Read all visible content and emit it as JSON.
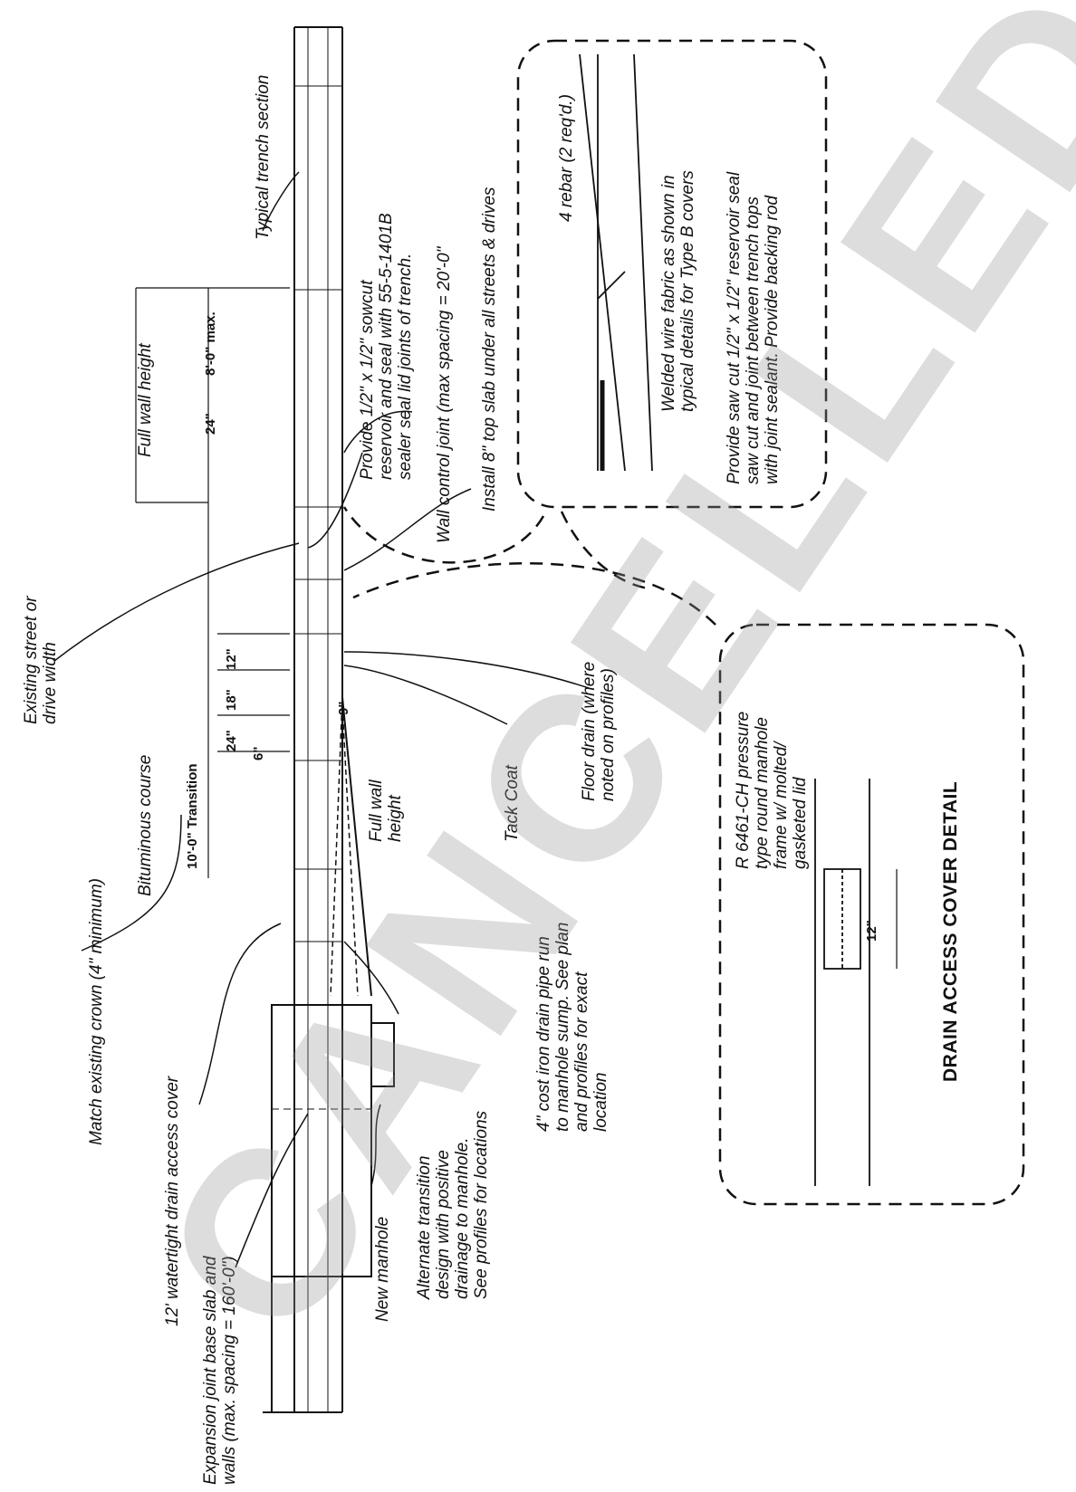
{
  "labels": {
    "existing_street": "Existing street or",
    "existing_street_2": "drive width",
    "match_crown": "Match existing crown (4\" minimum)",
    "watertight_cover": "12' watertight drain access cover",
    "expansion_joint": "Expansion joint base slab and",
    "expansion_joint_2": "walls (max. spacing = 160'-0\")",
    "new_manhole": "New manhole",
    "alternate_1": "Alternate transition",
    "alternate_2": "design with positive",
    "alternate_3": "drainage to manhole.",
    "alternate_4": "See profiles for locations",
    "cast_iron_1": "4\" cost iron drain pipe run",
    "cast_iron_2": "to manhole sump.  See plan",
    "cast_iron_3": "and profiles for exact",
    "cast_iron_4": "location",
    "bituminous": "Bituminous course",
    "full_wall_small_1": "Full wall",
    "full_wall_small_2": "height",
    "tack_coat": "Tack Coat",
    "floor_drain_1": "Floor drain (where",
    "floor_drain_2": "noted on profiles)",
    "full_wall_height": "Full wall height",
    "typical_trench": "Typical trench section",
    "provide_sawcut_1": "Provide 1/2\" x 1/2\" sowcut",
    "provide_sawcut_2": "reservoir and seal with 55-5-1401B",
    "provide_sawcut_3": "sealer seal lid joints of trench.",
    "wall_control": "Wall control joint (max spacing = 20'-0\"",
    "install_top_slab": "Install 8\" top slab under all streets & drives",
    "rebar": "4 rebar (2 req'd.)",
    "welded_1": "Welded wire fabric as shown in",
    "welded_2": "typical details for Type B covers",
    "saw_cut_1": "Provide saw cut 1/2\" x 1/2\" reservoir seal",
    "saw_cut_2": "saw cut and joint between trench tops",
    "saw_cut_3": "with joint sealant.  Provide backing rod",
    "frame_1": "R 6461-CH pressure",
    "frame_2": "type round manhole",
    "frame_3": "frame w/ molted/",
    "frame_4": "gasketed lid",
    "detail_title": "DRAIN ACCESS COVER DETAIL"
  },
  "dimensions": {
    "transition": "10'-0\"  Transition",
    "max_8": "8'-0\" max.",
    "d24_top": "24\"",
    "d24_left": "24\"",
    "d18": "18\"",
    "d12": "12\"",
    "d6": "6\"",
    "d9": "9\"",
    "d12_detail": "12\""
  },
  "watermark": "CANCELLED"
}
